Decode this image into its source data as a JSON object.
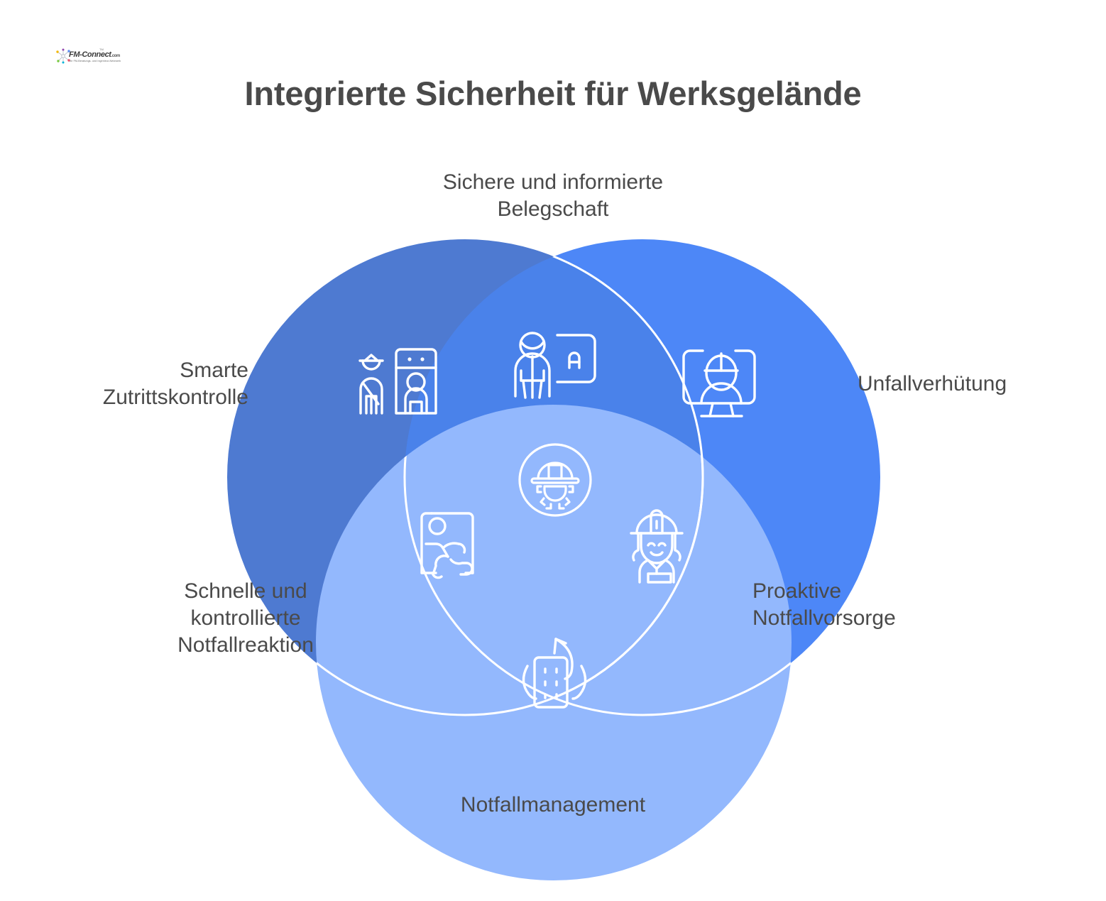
{
  "brand": {
    "name": "FM-Connect",
    "suffix": ".com",
    "tagline": "Ihr FM-Beratungs- und Ingenieur-Netzwerk",
    "trademark": "TM",
    "logo_icon": "network-star-icon"
  },
  "title": "Integrierte Sicherheit für Werksgelände",
  "colors": {
    "background": "#ffffff",
    "title_text": "#4a4a4a",
    "label_text": "#4a4a4a",
    "circle_left": "#4e7ad1",
    "circle_right": "#4d87f7",
    "circle_bottom": "#93b8fd",
    "overlap_left_right": "#4a82ea",
    "icon_stroke": "#ffffff"
  },
  "chart_data": {
    "type": "diagram",
    "subtype": "venn-3-circle",
    "title": "Integrierte Sicherheit für Werksgelände",
    "sets": [
      {
        "id": "zutrittskontrolle",
        "label": "Smarte\nZutrittskontrolle",
        "color": "#4e7ad1",
        "icon": "security-guard-scanner-icon"
      },
      {
        "id": "unfallverhuetung",
        "label": "Unfallverhütung",
        "color": "#4d87f7",
        "icon": "monitor-worker-icon"
      },
      {
        "id": "notfallmanagement",
        "label": "Notfallmanagement",
        "color": "#93b8fd",
        "icon": "building-fire-icon"
      }
    ],
    "intersections": [
      {
        "sets": [
          "zutrittskontrolle",
          "unfallverhuetung"
        ],
        "label": "Sichere und informierte\nBelegschaft",
        "icon": "worker-training-board-icon"
      },
      {
        "sets": [
          "zutrittskontrolle",
          "notfallmanagement"
        ],
        "label": "Schnelle und\nkontrollierte\nNotfallreaktion",
        "icon": "emergency-exit-running-icon"
      },
      {
        "sets": [
          "unfallverhuetung",
          "notfallmanagement"
        ],
        "label": "Proaktive\nNotfallvorsorge",
        "icon": "female-worker-helmet-icon"
      },
      {
        "sets": [
          "zutrittskontrolle",
          "unfallverhuetung",
          "notfallmanagement"
        ],
        "label": "",
        "icon": "helmet-gear-icon"
      }
    ]
  },
  "labels": {
    "top": "Sichere und informierte\nBelegschaft",
    "left": "Smarte\nZutrittskontrolle",
    "right": "Unfallverhütung",
    "bottom_left": "Schnelle und\nkontrollierte\nNotfallreaktion",
    "bottom_right": "Proaktive\nNotfallvorsorge",
    "bottom": "Notfallmanagement"
  }
}
